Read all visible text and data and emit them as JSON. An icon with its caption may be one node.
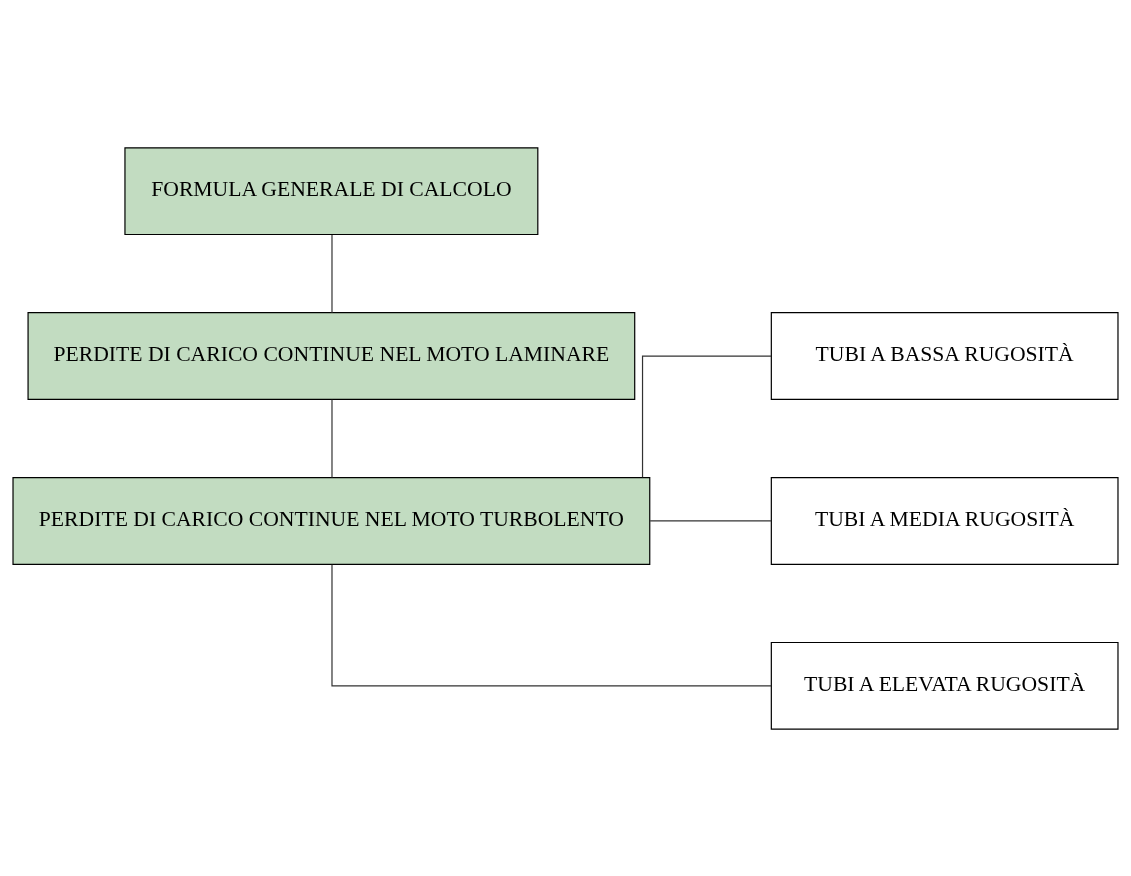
{
  "diagram": {
    "nodes": [
      {
        "text": [
          "FORMULA GENERALE DI CALCOLO"
        ]
      },
      {
        "text": [
          "PERDITE DI CARICO CONTINUE NEL MOTO LAMINARE"
        ]
      },
      {
        "text": [
          "PERDITE DI CARICO CONTINUE NEL MOTO TURBOLENTO"
        ]
      },
      {
        "text": [
          "TUBI A BASSA RUGOSITÀ"
        ]
      },
      {
        "text": [
          "TUBI A MEDIA RUGOSITÀ"
        ]
      },
      {
        "text": [
          "TUBI A ELEVATA RUGOSITÀ"
        ]
      }
    ],
    "edges": [
      {
        "from": 0,
        "to": 1,
        "arrow": "none"
      },
      {
        "from": 1,
        "to": 2,
        "arrow": "none"
      },
      {
        "from": 2,
        "to": 3,
        "arrow": "none"
      },
      {
        "from": 2,
        "to": 4,
        "arrow": "none"
      },
      {
        "from": 2,
        "to": 5,
        "arrow": "none"
      }
    ]
  }
}
